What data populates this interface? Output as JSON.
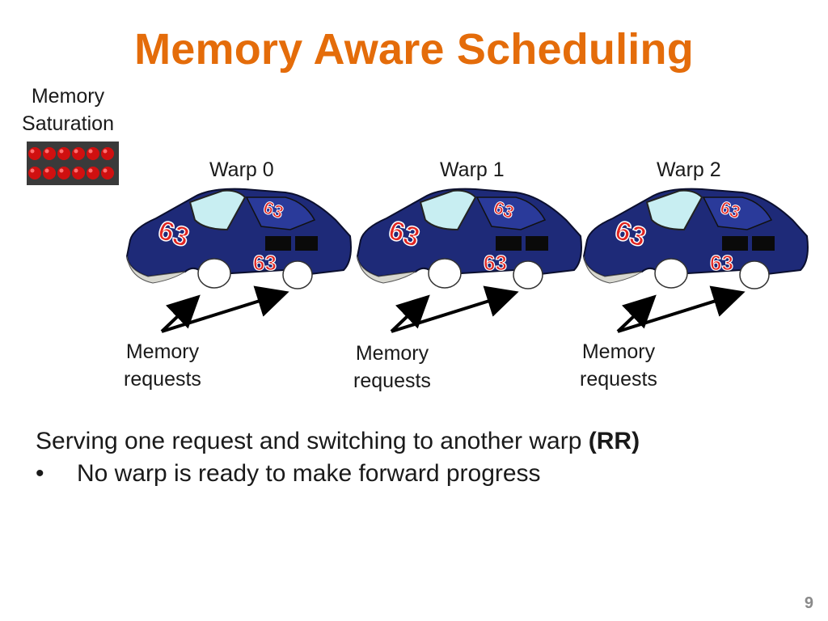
{
  "title": "Memory Aware Scheduling",
  "saturation": {
    "label_line1": "Memory",
    "label_line2": "Saturation"
  },
  "warps": [
    {
      "label": "Warp 0",
      "car_number": "63",
      "request_label_line1": "Memory",
      "request_label_line2": "requests"
    },
    {
      "label": "Warp 1",
      "car_number": "63",
      "request_label_line1": "Memory",
      "request_label_line2": "requests"
    },
    {
      "label": "Warp 2",
      "car_number": "63",
      "request_label_line1": "Memory",
      "request_label_line2": "requests"
    }
  ],
  "body": {
    "line1_text": "Serving one request and switching to another warp ",
    "line1_bold": "(RR)",
    "bullet_symbol": "•",
    "bullet_text": "No warp is ready to make forward progress"
  },
  "page_number": "9",
  "colors": {
    "title": "#e46c0a",
    "car_body": "#1e2a78",
    "car_number": "#e0231f",
    "meter_dot": "#d01010"
  }
}
